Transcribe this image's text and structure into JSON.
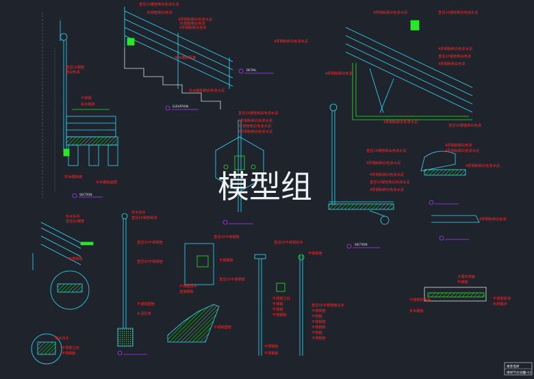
{
  "watermark": "模型组",
  "colors": {
    "background": "#1e232c",
    "note": "#ff2a2a",
    "steel": "#2fe0ff",
    "hatch": "#29e829",
    "tag": "#b03bff"
  },
  "notes": {
    "top_left_1": "直径10钢管刷白色漆水泥",
    "top_left_2": "30钢管刷白色漆",
    "top_center_1": "4厚钢板刷白色漆水泥",
    "top_center_2": "30钢管刷白色漆",
    "top_center_3": "4厚钢板刷白色漆",
    "top_center_4": "实木踏板厚度",
    "top_center_5": "4厚钢板刷白色漆水泥",
    "top_center_6": "实木踏板刷白色漆水泥",
    "top_right_1": "直径10钢管刷白色漆水泥",
    "top_right_2": "4厚钢板刷白色漆水泥",
    "left_1": "直径10钢管",
    "left_2": "刷白色漆",
    "left_3": "不锈钢",
    "left_4": "实木踏板",
    "left_5": "实木踏板面",
    "left_6": "实木踏板面层",
    "center_1": "直径10钢管刷白色漆水泥",
    "center_2": "4厚钢板刷白色漆水泥",
    "center_3": "30钢管刷白色漆水泥",
    "center_4": "4厚钢板刷白色漆水泥",
    "mid_1": "直径10钢管刷白色漆水泥",
    "mid_2": "4厚钢板刷白色漆水泥",
    "mid_3": "4厚钢板刷白色漆水泥",
    "mid_4": "直径10钢管刷白色漆水泥",
    "mid_5": "4厚钢板刷白色漆水泥",
    "right_1": "4厚钢板刷白色漆水泥",
    "right_2": "直径10钢管刷白色漆",
    "right_3": "4厚钢板刷白色漆",
    "right_4": "4厚钢板刷白色漆",
    "right_5": "4厚钢板刷白色漆水泥",
    "right_6": "直径10钢管刷白色漆",
    "right_7": "4厚钢板刷白色漆",
    "right_8": "4厚钢板刷白色漆水泥",
    "right_9": "4厚钢板刷白色漆水泥",
    "right_10": "4厚钢板刷白色漆",
    "bl_1": "实木扶手",
    "bl_2": "直径10钢管",
    "bl_3": "不锈钢管",
    "bl_4": "实木扶手",
    "bl_5": "不锈钢立柱",
    "bl_6": "不锈钢板",
    "bc_1": "实木扶手",
    "bc_2": "直径10钢管刷漆",
    "bc_3": "直径20不锈钢管",
    "bc_4": "直径10不锈钢管",
    "bc_5": "不锈钢圆管",
    "bc_6": "水泥砂浆",
    "bc_7": "直径10不锈钢管",
    "bc_8": "直径10不锈钢管",
    "bc_9": "不锈钢扶手",
    "bc_10": "连接钢板",
    "bc_11": "不锈钢板",
    "bc_12": "不锈钢圆管",
    "br_1": "直径10不锈钢扶手",
    "br_2": "不锈钢管",
    "br_3": "不锈钢立柱",
    "br_4": "不锈钢",
    "br_5": "直径30不锈钢管扶手",
    "br_6": "不锈钢管",
    "br_7": "不锈钢",
    "br_8": "不锈钢管",
    "br_9": "不锈钢板",
    "br_10": "不锈钢",
    "br_11": "不锈钢管",
    "br_12": "不锈钢",
    "br_13": "不锈钢板",
    "br_14": "不锈钢板",
    "br_15": "不锈钢板",
    "fr_1": "大理石饰面",
    "fr_2": "不锈钢",
    "fr_3": "不锈钢防滑条",
    "fr_4": "实木踏板",
    "fr_5": "不锈钢防滑",
    "fr_6": "石材踏步"
  },
  "labels": {
    "section": "SECTION",
    "detail": "DETAIL",
    "elevation": "ELEVATION"
  },
  "title_block": {
    "row1": "乘客电梯",
    "row2": "楼梯节点详图",
    "code": "D-03"
  }
}
